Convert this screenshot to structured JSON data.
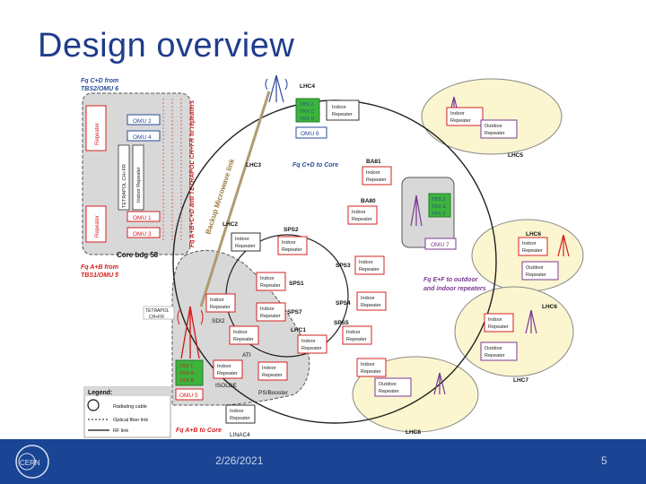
{
  "slide": {
    "title": "Design overview",
    "date": "2/26/2021",
    "page_number": "5",
    "logo_text": "CERN"
  },
  "diagram": {
    "labels": {
      "fq_cd_from": "Fq C+D from",
      "tbs2_omu6": "TBS2/OMU 6",
      "repeater_vert_top": "Repeater",
      "omu2": "OMU 2",
      "omu4": "OMU 4",
      "tetrapol_chfr": "TETRAPOL CH+FR",
      "indoor_repeater_vert": "Indoor Repeater",
      "fq_abcd_to_repeaters": "Fq A+B+C+D and TETRAPOL CH+FR to repeaters",
      "repeater_vert_bottom": "Repeater",
      "omu1": "OMU 1",
      "omu3": "OMU 3",
      "core_bdg": "Core bdg 58",
      "fq_ab_from": "Fq A+B from",
      "tbs1_omu5": "TBS1/OMU 5",
      "backup_microwave_link": "Backup Microwave link",
      "lhc4": "LHC4",
      "tbs2_box": [
        "TBS 2",
        "TRX C",
        "TRX D"
      ],
      "omu6": "OMU 6",
      "fq_cd_to_core": "Fq C+D to Core",
      "lhc3": "LHC3",
      "ba81": "BA81",
      "ba80": "BA80",
      "lhc2": "LHC2",
      "sps2": "SPS2",
      "sps1": "SPS1",
      "sps3": "SPS3",
      "sps4": "SPS4",
      "sps5": "SPS5",
      "sps7": "SPS7",
      "lhc1": "LHC1",
      "lhc5": "LHC5",
      "lhc6": "LHC6",
      "lhc7": "LHC7",
      "lhc8": "LHC8",
      "tbs3_box": [
        "TBS 3",
        "TRX E",
        "TRX F"
      ],
      "omu7": "OMU 7",
      "fq_ef_to_outdoor": "Fq E+F to outdoor",
      "and_indoor_repeaters": "and indoor repeaters",
      "tetrapol_small": [
        "TETRAPOL",
        "CH+FR"
      ],
      "sdi2": "SDI2",
      "ati": "ATI",
      "tbs1_box": [
        "TBS 1",
        "TRX A",
        "TRX B"
      ],
      "omu5": "OMU 5",
      "isolde": "ISOLDE",
      "ps_booster": "PS/Booster",
      "linac4": "LINAC4",
      "fq_ab_to_core": "Fq A+B to Core",
      "indoor_repeater": [
        "Indoor",
        "Repeater"
      ],
      "outdoor_repeater": [
        "Outdoor",
        "Repeater"
      ]
    },
    "legend": {
      "title": "Legend:",
      "items": [
        "Radiating cable",
        "Optical fiber link",
        "RF link"
      ]
    },
    "colors": {
      "red": "#d42020",
      "green": "#3cb43c",
      "purple": "#7a3a94",
      "blue": "#2a4a9a",
      "yellow_zone": "#fbf6cf",
      "grey_zone": "#d8d8d8"
    }
  }
}
